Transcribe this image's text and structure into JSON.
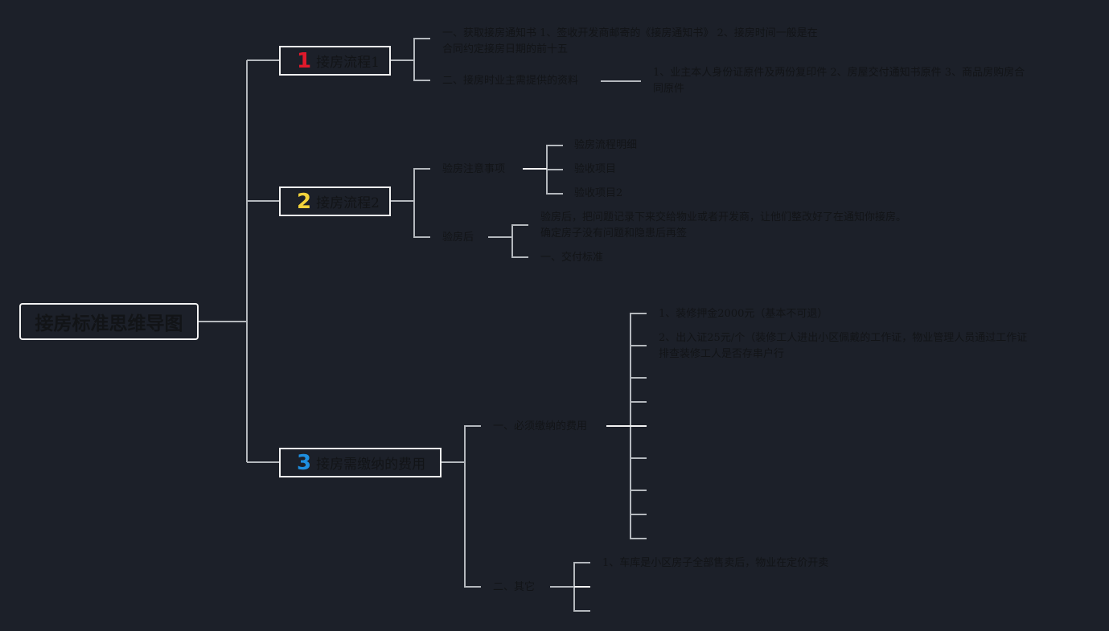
{
  "root": {
    "label": "接房标准思维导图"
  },
  "branches": [
    {
      "number": "1",
      "number_color": "#e0192b",
      "label": "接房流程1",
      "children": [
        {
          "label": "一、获取接房通知书 1、签收开发商邮寄的《接房通知书》 2、接房时间一般是在",
          "label2": "合同约定接房日期的前十五"
        },
        {
          "label": "二、接房时业主需提供的资料",
          "detail": "1、业主本人身份证原件及两份复印件 2、房屋交付通知书原件 3、商品房购房合",
          "detail2": "同原件"
        }
      ]
    },
    {
      "number": "2",
      "number_color": "#f2d33b",
      "label": "接房流程2",
      "children": [
        {
          "label": "验房注意事项",
          "items": [
            "验房流程明细",
            "验收项目",
            "验收项目2"
          ]
        },
        {
          "label": "验房后",
          "items": [
            "验房后，把问题记录下来交给物业或者开发商，让他们整改好了在通知你接房。",
            "确定房子没有问题和隐患后再签",
            "一、交付标准"
          ]
        }
      ]
    },
    {
      "number": "3",
      "number_color": "#1e8fe0",
      "label": "接房需缴纳的费用",
      "children": [
        {
          "label": "一、必须缴纳的费用",
          "items": [
            "1、装修押金2000元（基本不可退）",
            "2、出入证25元/个（装修工人进出小区佩戴的工作证，物业管理人员通过工作证",
            "排查装修工人是否存串户行"
          ]
        },
        {
          "label": "二、其它",
          "items": [
            "1、车库是小区房子全部售卖后，物业在定价开卖"
          ]
        }
      ]
    }
  ]
}
